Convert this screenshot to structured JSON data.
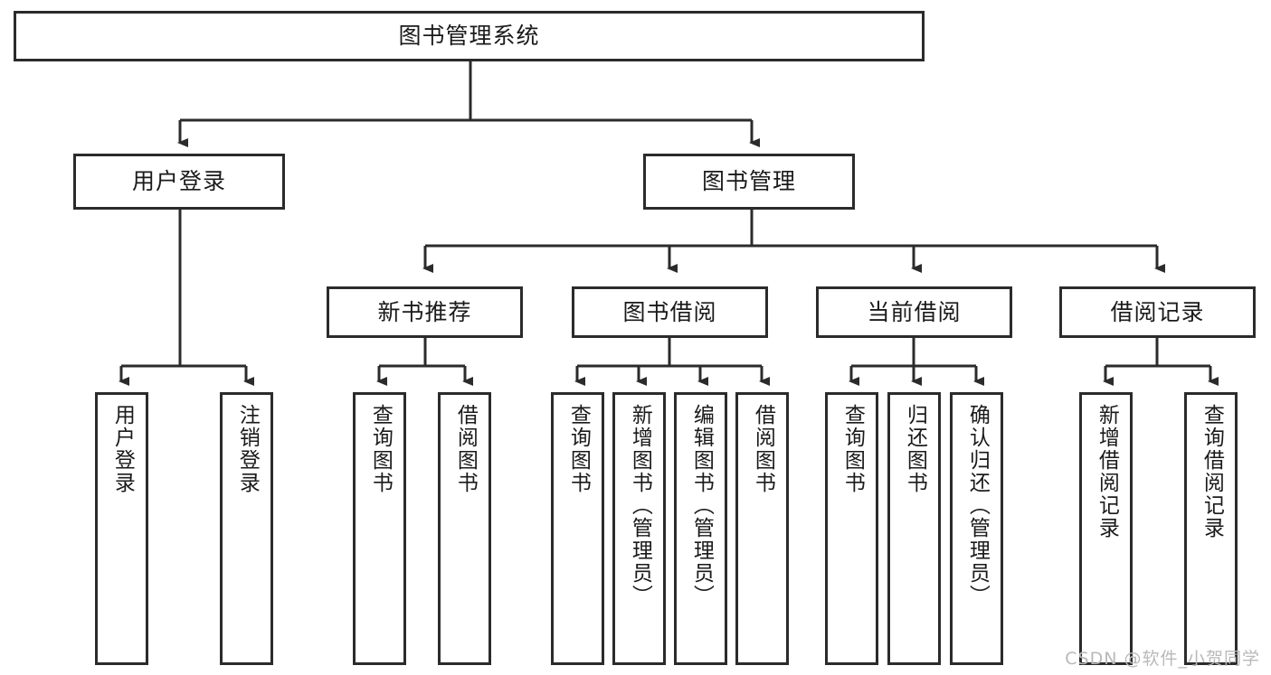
{
  "diagram": {
    "title": "图书管理系统",
    "type": "tree-hierarchy",
    "watermark": "CSDN @软件_小贺同学",
    "colors": {
      "background": "#ffffff",
      "box_border": "#2b2b2b",
      "box_fill": "#ffffff",
      "text": "#1a1a1a",
      "edge": "#2b2b2b",
      "watermark": "#b9b9b9"
    },
    "levels": {
      "root": {
        "label": "图书管理系统"
      },
      "level2": [
        {
          "id": "user-login",
          "label": "用户登录"
        },
        {
          "id": "book-management",
          "label": "图书管理"
        }
      ],
      "level3": [
        {
          "id": "new-book-recommend",
          "label": "新书推荐",
          "parent": "book-management"
        },
        {
          "id": "book-borrow",
          "label": "图书借阅",
          "parent": "book-management"
        },
        {
          "id": "current-borrow",
          "label": "当前借阅",
          "parent": "book-management"
        },
        {
          "id": "borrow-record",
          "label": "借阅记录",
          "parent": "book-management"
        }
      ],
      "leaves": [
        {
          "id": "leaf-user-login",
          "label": "用户登录",
          "parent": "user-login"
        },
        {
          "id": "leaf-logout-login",
          "label": "注销登录",
          "parent": "user-login"
        },
        {
          "id": "leaf-query-book-1",
          "label": "查询图书",
          "parent": "new-book-recommend"
        },
        {
          "id": "leaf-borrow-book-1",
          "label": "借阅图书",
          "parent": "new-book-recommend"
        },
        {
          "id": "leaf-query-book-2",
          "label": "查询图书",
          "parent": "book-borrow"
        },
        {
          "id": "leaf-add-book",
          "label": "新增图书（管理员）",
          "parent": "book-borrow"
        },
        {
          "id": "leaf-edit-book",
          "label": "编辑图书（管理员）",
          "parent": "book-borrow"
        },
        {
          "id": "leaf-borrow-book-2",
          "label": "借阅图书",
          "parent": "book-borrow"
        },
        {
          "id": "leaf-query-book-3",
          "label": "查询图书",
          "parent": "current-borrow"
        },
        {
          "id": "leaf-return-book",
          "label": "归还图书",
          "parent": "current-borrow"
        },
        {
          "id": "leaf-confirm-return",
          "label": "确认归还（管理员）",
          "parent": "current-borrow"
        },
        {
          "id": "leaf-add-borrow-record",
          "label": "新增借阅记录",
          "parent": "borrow-record"
        },
        {
          "id": "leaf-query-borrow-record",
          "label": "查询借阅记录",
          "parent": "borrow-record"
        }
      ]
    }
  }
}
